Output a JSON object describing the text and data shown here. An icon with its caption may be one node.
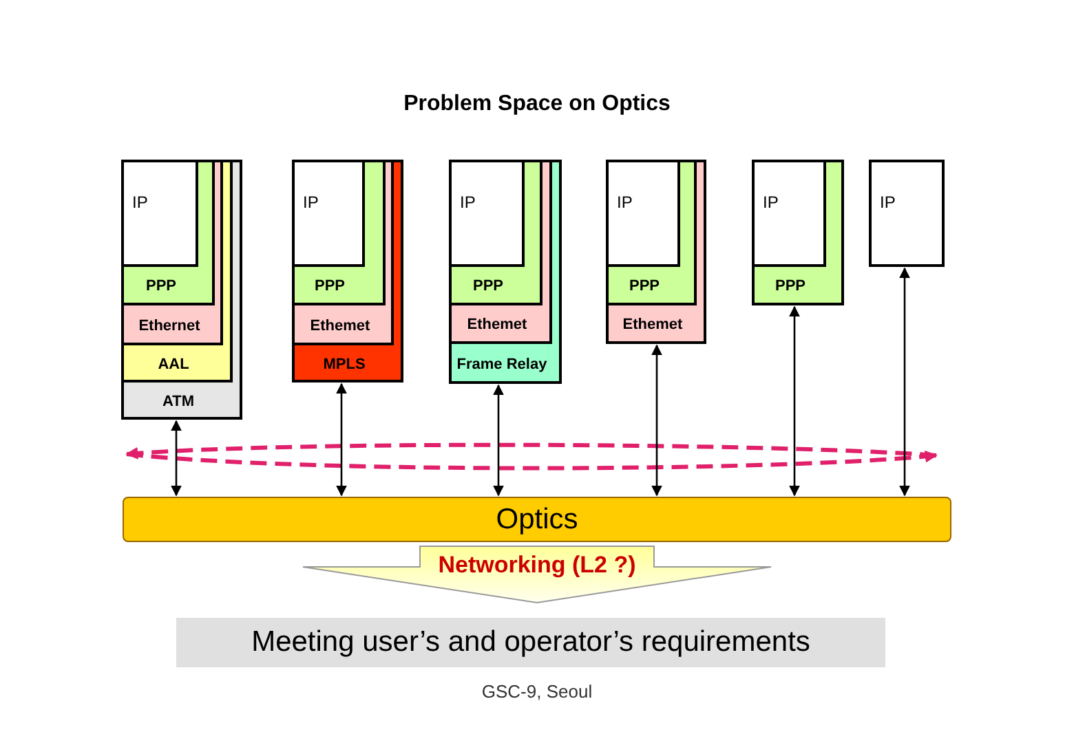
{
  "diagram": {
    "title": "Problem Space on Optics",
    "nodes": [
      {
        "text": [
          "ATM"
        ]
      },
      {
        "text": [
          "AAL"
        ],
        "in": 0
      },
      {
        "text": [
          "Ethernet"
        ],
        "in": 1
      },
      {
        "text": [
          "PPP"
        ],
        "in": 2
      },
      {
        "text": [
          "IP"
        ],
        "in": 3
      },
      {
        "text": [
          "MPLS"
        ]
      },
      {
        "text": [
          "Ethemet"
        ],
        "in": 5
      },
      {
        "text": [
          "PPP"
        ],
        "in": 6
      },
      {
        "text": [
          "IP"
        ],
        "in": 7
      },
      {
        "text": [
          "Frame Relay"
        ]
      },
      {
        "text": [
          "Ethemet"
        ],
        "in": 9
      },
      {
        "text": [
          "PPP"
        ],
        "in": 10
      },
      {
        "text": [
          "IP"
        ],
        "in": 11
      },
      {
        "text": [
          "Ethemet"
        ]
      },
      {
        "text": [
          "PPP"
        ],
        "in": 13
      },
      {
        "text": [
          "IP"
        ],
        "in": 14
      },
      {
        "text": [
          "PPP"
        ]
      },
      {
        "text": [
          "IP"
        ],
        "in": 16
      },
      {
        "text": [
          "IP"
        ]
      },
      {
        "text": [
          "Optics"
        ]
      },
      {
        "text": [
          "Meeting user’s and operator’s requirements"
        ]
      }
    ],
    "edges": [
      {
        "from": 0,
        "to": 19,
        "arrow": "both"
      },
      {
        "from": 5,
        "to": 19,
        "arrow": "both"
      },
      {
        "from": 9,
        "to": 19,
        "arrow": "both"
      },
      {
        "from": 13,
        "to": 19,
        "arrow": "both"
      },
      {
        "from": 16,
        "to": 19,
        "arrow": "both"
      },
      {
        "from": 18,
        "to": 19,
        "arrow": "both"
      },
      {
        "from": 19,
        "to": 20,
        "arrow": "to",
        "label": "Networking (L2 ?)",
        "style": "thick"
      }
    ],
    "labels": [
      "GSC-9, Seoul"
    ]
  }
}
